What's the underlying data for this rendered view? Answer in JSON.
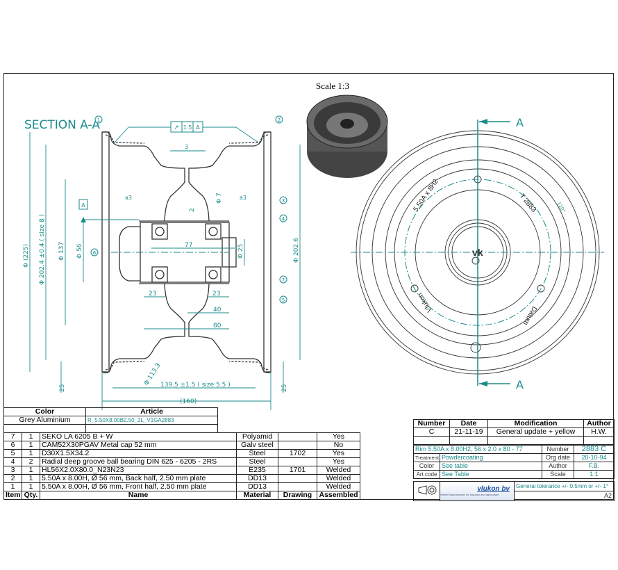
{
  "section": {
    "title": "SECTION A-A",
    "balloons": [
      "1",
      "2",
      "3",
      "4",
      "5",
      "6",
      "7"
    ],
    "tolerance_frame": [
      "↗",
      "1.5",
      "A"
    ],
    "datum": "A",
    "weld_symbols": [
      "3",
      "a3",
      "a3"
    ],
    "dims": {
      "d225": "Φ (225)",
      "d202_4": "Φ 202.4 ±0.4 ( size 8 )",
      "d137": "Φ 137",
      "d56": "Φ 56",
      "d202_6": "Φ 202.6",
      "d25": "Φ 25",
      "d7": "Φ 7",
      "t2": "2",
      "l77": "77",
      "l23a": "23",
      "l23b": "23",
      "l40": "40",
      "l80": "80",
      "d113": "Φ 113.3",
      "w139": "139.5 ±1.5 ( size 5.5 )",
      "w160": "(160)",
      "e25a": "25",
      "e25b": "25"
    }
  },
  "iso_view": {
    "scale_label": "Scale 1:3"
  },
  "front_view": {
    "section_label_top": "A",
    "section_label_bottom": "A",
    "texts": [
      "5.50A x 8H2",
      "T 2883",
      "120°",
      "Vlukon",
      "Datum"
    ]
  },
  "color_table": {
    "headers": [
      "Color",
      "Article"
    ],
    "rows": [
      [
        "Grey Aluminium",
        "R_5.50X8.00B2.50_2L_V1GA2883"
      ],
      [
        "",
        ""
      ]
    ]
  },
  "parts_table": {
    "headers": [
      "Item",
      "Qty.",
      "Name",
      "Material",
      "Drawing",
      "Assembled"
    ],
    "rows": [
      [
        "7",
        "1",
        "SEKO LA 6205 B + W",
        "Polyamid",
        "",
        "Yes"
      ],
      [
        "6",
        "1",
        "CAM52X30PGAV  Metal cap 52 mm",
        "Galv steel",
        "",
        "No"
      ],
      [
        "5",
        "1",
        "D30X1.5X34.2",
        "Steel",
        "1702",
        "Yes"
      ],
      [
        "4",
        "2",
        "Radial deep groove ball bearing DIN 625 - 6205 - 2RS",
        "Steel",
        "",
        "Yes"
      ],
      [
        "3",
        "1",
        "HL56X2.0X80.0_N23N23",
        "E235",
        "1701",
        "Welded"
      ],
      [
        "2",
        "1",
        "5.50A x 8.00H,  Ø 56 mm, Back half, 2.50 mm plate",
        "DD13",
        "",
        "Welded"
      ],
      [
        "1",
        "1",
        "5.50A x 8.00H,  Ø 56 mm, Front half, 2.50 mm plate",
        "DD13",
        "",
        "Welded"
      ]
    ]
  },
  "revision_table": {
    "headers": [
      "Number",
      "Date",
      "Modification",
      "Author"
    ],
    "rows": [
      [
        "C",
        "21-11-19",
        "General update + yellow",
        "H.W."
      ],
      [
        "",
        "",
        "",
        ""
      ]
    ]
  },
  "title_block": {
    "description": "Rim 5.50A x 8.00H2,  56 x 2.0 x 80 - 77",
    "treatment_label": "Treatment",
    "treatment": "Powdercoating",
    "color_label": "Color",
    "color": "See table",
    "artcode_label": "Art code",
    "artcode": "See Table",
    "number_label": "Number",
    "number": "2883  C",
    "orgdate_label": "Org date",
    "orgdate": "20-10-94",
    "author_label": "Author",
    "author": "F.B.",
    "scale_label": "Scale",
    "scale": "1:1",
    "company": "vlukon bv",
    "company_tagline": "Wheel Manufacturer for industry and agriculture",
    "general_tolerance": "General tolerance +/- 0.5mm or +/- 1°",
    "sheet_size": "A2"
  },
  "colors": {
    "annotation": "#1a8a8a",
    "line": "#222222"
  }
}
